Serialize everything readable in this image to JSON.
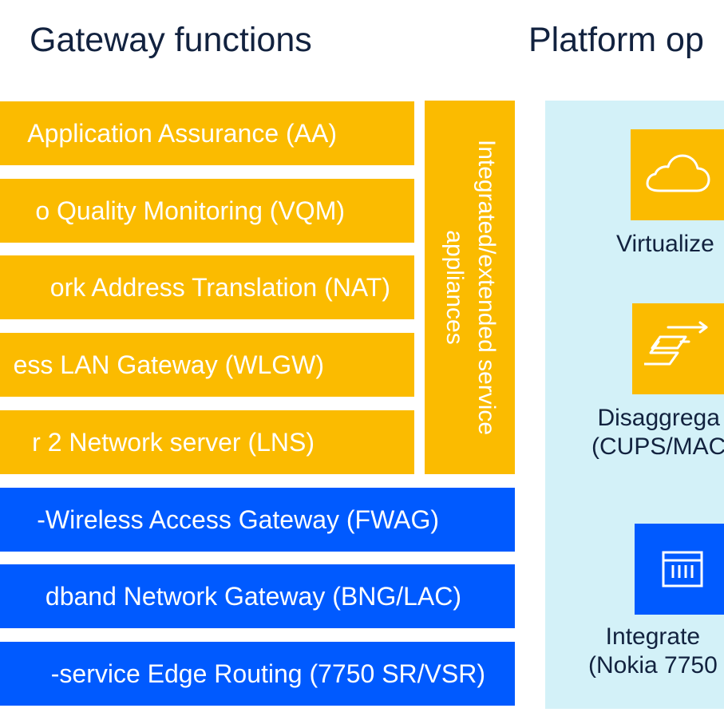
{
  "headings": {
    "gateway": "Gateway functions",
    "platform": "Platform op"
  },
  "bars": [
    {
      "label": "Application Assurance (AA)",
      "color": "#fbbb00"
    },
    {
      "label": "o Quality Monitoring (VQM)",
      "color": "#fbbb00"
    },
    {
      "label": "ork Address Translation (NAT)",
      "color": "#fbbb00"
    },
    {
      "label": "ess LAN Gateway (WLGW)",
      "color": "#fbbb00"
    },
    {
      "label": "r 2 Network server (LNS)",
      "color": "#fbbb00"
    },
    {
      "label": "-Wireless Access Gateway (FWAG)",
      "color": "#005aff"
    },
    {
      "label": "dband Network Gateway (BNG/LAC)",
      "color": "#005aff"
    },
    {
      "label": "-service Edge Routing (7750 SR/VSR)",
      "color": "#005aff"
    }
  ],
  "side_label": "Integrated/extended service appliances",
  "platform_options": [
    {
      "icon": "cloud-icon",
      "lines": [
        "Virtualize"
      ]
    },
    {
      "icon": "layers-arrow-icon",
      "lines": [
        "Disaggrega",
        "(CUPS/MAC"
      ]
    },
    {
      "icon": "router-chassis-icon",
      "lines": [
        "Integrate",
        "(Nokia 7750"
      ]
    }
  ],
  "colors": {
    "yellow": "#fbbb00",
    "blue": "#005aff",
    "panel": "#d3f1f8",
    "heading": "#12223f"
  }
}
